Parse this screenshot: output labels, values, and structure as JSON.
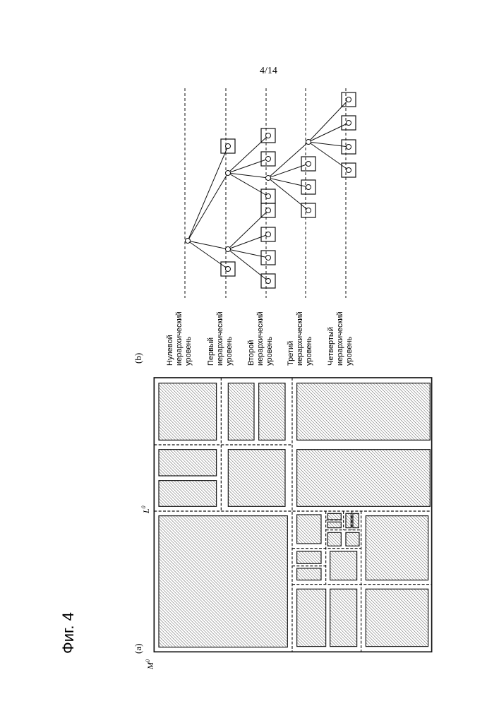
{
  "page_number": "4/14",
  "figure_label": "Фиг. 4",
  "panel_a_label": "(a)",
  "panel_b_label": "(b)",
  "axis_labels": {
    "l0": "L",
    "l0_sup": "0",
    "m0": "M",
    "m0_sup": "0"
  },
  "levels": [
    {
      "lines": [
        "Нулевой",
        "иерархический",
        "уровень"
      ]
    },
    {
      "lines": [
        "Первый",
        "иерархический",
        "уровень"
      ]
    },
    {
      "lines": [
        "Второй",
        "иерархический",
        "уровень"
      ]
    },
    {
      "lines": [
        "Третий",
        "иерархический",
        "уровень"
      ]
    },
    {
      "lines": [
        "Четвертый",
        "иерархический",
        "уровень"
      ]
    }
  ],
  "colors": {
    "ink": "#111111",
    "paper": "#ffffff"
  }
}
